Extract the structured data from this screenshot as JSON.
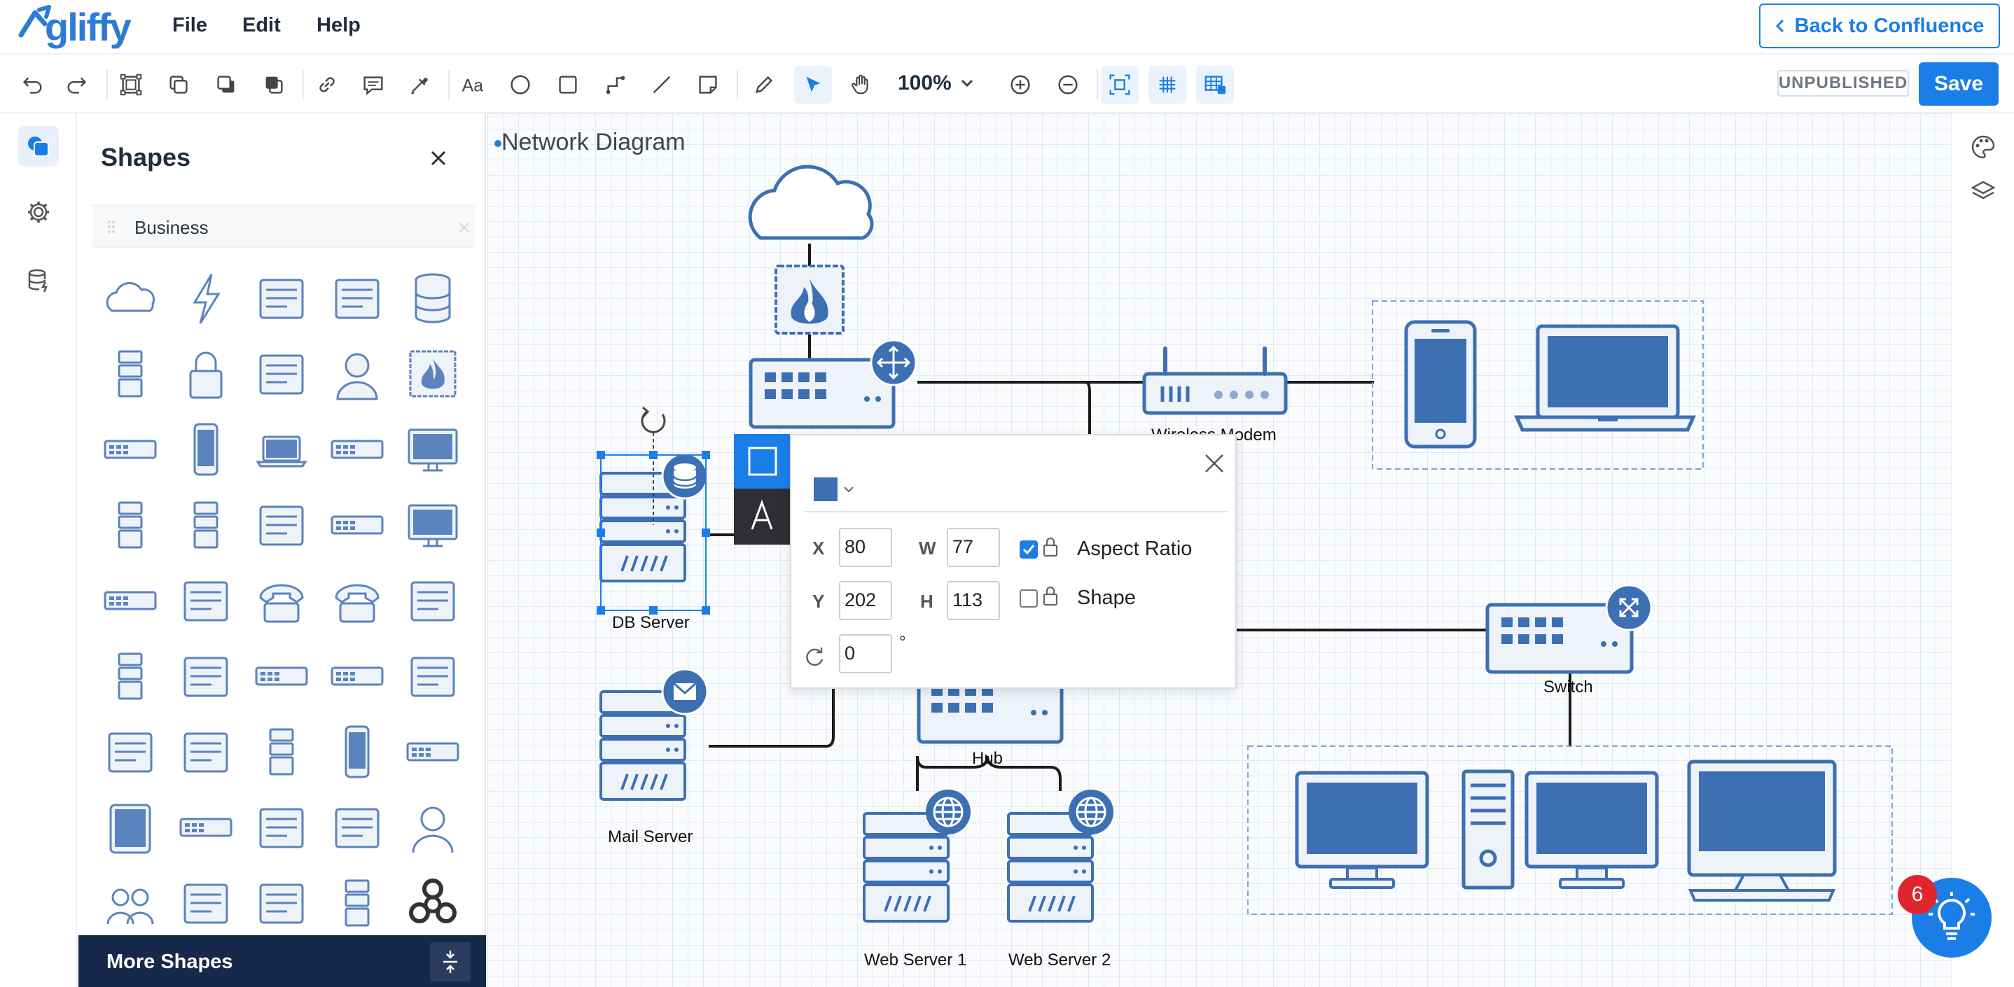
{
  "app": {
    "logo": "gliffy"
  },
  "menu": {
    "file": "File",
    "edit": "Edit",
    "help": "Help"
  },
  "header": {
    "back_label": "Back to Confluence"
  },
  "toolbar": {
    "zoom": "100%",
    "status": "UNPUBLISHED",
    "save_label": "Save",
    "tools": [
      "undo-icon",
      "redo-icon",
      "group-icon",
      "bring-forward-icon",
      "send-backward-icon",
      "send-to-back-icon",
      "link-icon",
      "comment-icon",
      "eyedropper-icon",
      "text-icon",
      "ellipse-icon",
      "rectangle-icon",
      "connector-icon",
      "line-icon",
      "sticky-note-icon",
      "pencil-icon",
      "pointer-icon",
      "hand-icon",
      "zoom-in-icon",
      "zoom-out-icon",
      "fit-icon",
      "grid-icon",
      "snap-icon"
    ]
  },
  "panel": {
    "title": "Shapes",
    "library": "Business",
    "more_label": "More Shapes",
    "shape_icons": [
      "cloud",
      "lightning",
      "desktop-computer",
      "printer-fax",
      "database",
      "server-mail",
      "lock",
      "printer",
      "user",
      "firewall",
      "hub",
      "mobile-phone",
      "laptop",
      "switch",
      "monitor",
      "server-user",
      "server-rack",
      "user-tie",
      "router",
      "monitor-2",
      "patch-panel",
      "pbx",
      "telephone",
      "ip-phone",
      "copier",
      "server-settings",
      "film-strip",
      "rack-unit",
      "hub-add",
      "satellite",
      "satellite-dish",
      "scanner",
      "server-tower",
      "usb-phone",
      "router-x",
      "tablet",
      "dvd-drive",
      "fax",
      "usb-drive",
      "person",
      "users",
      "projector",
      "screen",
      "server-dashed",
      "biohazard"
    ]
  },
  "canvas": {
    "title": "Network Diagram",
    "labels": {
      "db_server": "DB Server",
      "mail_server": "Mail Server",
      "wireless_modem": "Wireless Modem",
      "switch": "Switch",
      "hub": "Hub",
      "web1": "Web Server 1",
      "web2": "Web Server 2"
    }
  },
  "popup": {
    "x_label": "X",
    "x_value": "80",
    "w_label": "W",
    "w_value": "77",
    "y_label": "Y",
    "y_value": "202",
    "h_label": "H",
    "h_value": "113",
    "rotation_value": "0",
    "degree": "°",
    "aspect_label": "Aspect Ratio",
    "shape_label": "Shape",
    "aspect_checked": true,
    "shape_checked": false,
    "fill_color": "#3d6fb3"
  },
  "help": {
    "badge": "6"
  },
  "colors": {
    "accent": "#1b7ee8",
    "shape_blue": "#3d6fb3",
    "shape_light": "#eef3fa",
    "navy": "#17294a"
  }
}
